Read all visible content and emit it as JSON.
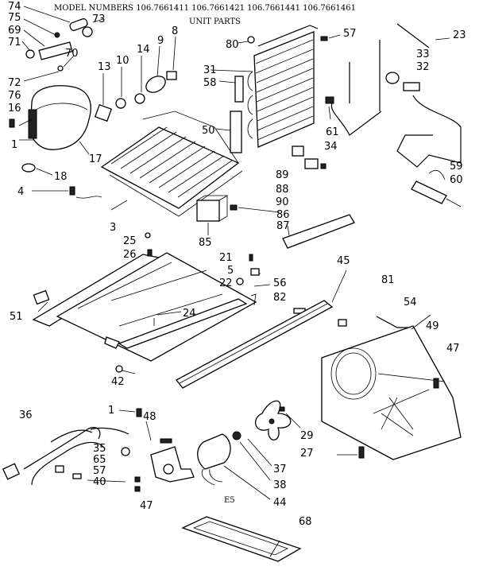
{
  "header": {
    "model_line": "MODEL NUMBERS 106.7661411 106.7661421 106.7661441 106.7661461",
    "unit_parts": "UNIT PARTS"
  },
  "section_code": "E5",
  "callouts": [
    {
      "id": "c74",
      "text": "74"
    },
    {
      "id": "c73",
      "text": "73"
    },
    {
      "id": "c75",
      "text": "75"
    },
    {
      "id": "c69",
      "text": "69"
    },
    {
      "id": "c71",
      "text": "71"
    },
    {
      "id": "c70",
      "text": "70"
    },
    {
      "id": "c72",
      "text": "72"
    },
    {
      "id": "c76",
      "text": "76"
    },
    {
      "id": "c16",
      "text": "16"
    },
    {
      "id": "c1",
      "text": "1"
    },
    {
      "id": "c13",
      "text": "13"
    },
    {
      "id": "c10",
      "text": "10"
    },
    {
      "id": "c14",
      "text": "14"
    },
    {
      "id": "c9",
      "text": "9"
    },
    {
      "id": "c8",
      "text": "8"
    },
    {
      "id": "c17",
      "text": "17"
    },
    {
      "id": "c18",
      "text": "18"
    },
    {
      "id": "c4",
      "text": "4"
    },
    {
      "id": "c3",
      "text": "3"
    },
    {
      "id": "c80",
      "text": "80"
    },
    {
      "id": "c57a",
      "text": "57"
    },
    {
      "id": "c31",
      "text": "31"
    },
    {
      "id": "c58",
      "text": "58"
    },
    {
      "id": "c50",
      "text": "50"
    },
    {
      "id": "c61",
      "text": "61"
    },
    {
      "id": "c34",
      "text": "34"
    },
    {
      "id": "c33",
      "text": "33"
    },
    {
      "id": "c32",
      "text": "32"
    },
    {
      "id": "c23",
      "text": "23"
    },
    {
      "id": "c89",
      "text": "89"
    },
    {
      "id": "c88",
      "text": "88"
    },
    {
      "id": "c90",
      "text": "90"
    },
    {
      "id": "c59",
      "text": "59"
    },
    {
      "id": "c60",
      "text": "60"
    },
    {
      "id": "c86",
      "text": "86"
    },
    {
      "id": "c87",
      "text": "87"
    },
    {
      "id": "c85",
      "text": "85"
    },
    {
      "id": "c25",
      "text": "25"
    },
    {
      "id": "c26",
      "text": "26"
    },
    {
      "id": "c21",
      "text": "21"
    },
    {
      "id": "c5",
      "text": "5"
    },
    {
      "id": "c22",
      "text": "22"
    },
    {
      "id": "c56",
      "text": "56"
    },
    {
      "id": "c82",
      "text": "82"
    },
    {
      "id": "c45",
      "text": "45"
    },
    {
      "id": "c81",
      "text": "81"
    },
    {
      "id": "c54",
      "text": "54"
    },
    {
      "id": "c49",
      "text": "49"
    },
    {
      "id": "c51",
      "text": "51"
    },
    {
      "id": "c24",
      "text": "24"
    },
    {
      "id": "c42",
      "text": "42"
    },
    {
      "id": "c47a",
      "text": "47"
    },
    {
      "id": "c36",
      "text": "36"
    },
    {
      "id": "c1b",
      "text": "1"
    },
    {
      "id": "c48",
      "text": "48"
    },
    {
      "id": "c35",
      "text": "35"
    },
    {
      "id": "c65",
      "text": "65"
    },
    {
      "id": "c57b",
      "text": "57"
    },
    {
      "id": "c40",
      "text": "40"
    },
    {
      "id": "c47b",
      "text": "47"
    },
    {
      "id": "c29",
      "text": "29"
    },
    {
      "id": "c27",
      "text": "27"
    },
    {
      "id": "c37",
      "text": "37"
    },
    {
      "id": "c38",
      "text": "38"
    },
    {
      "id": "c44",
      "text": "44"
    },
    {
      "id": "c68",
      "text": "68"
    }
  ]
}
